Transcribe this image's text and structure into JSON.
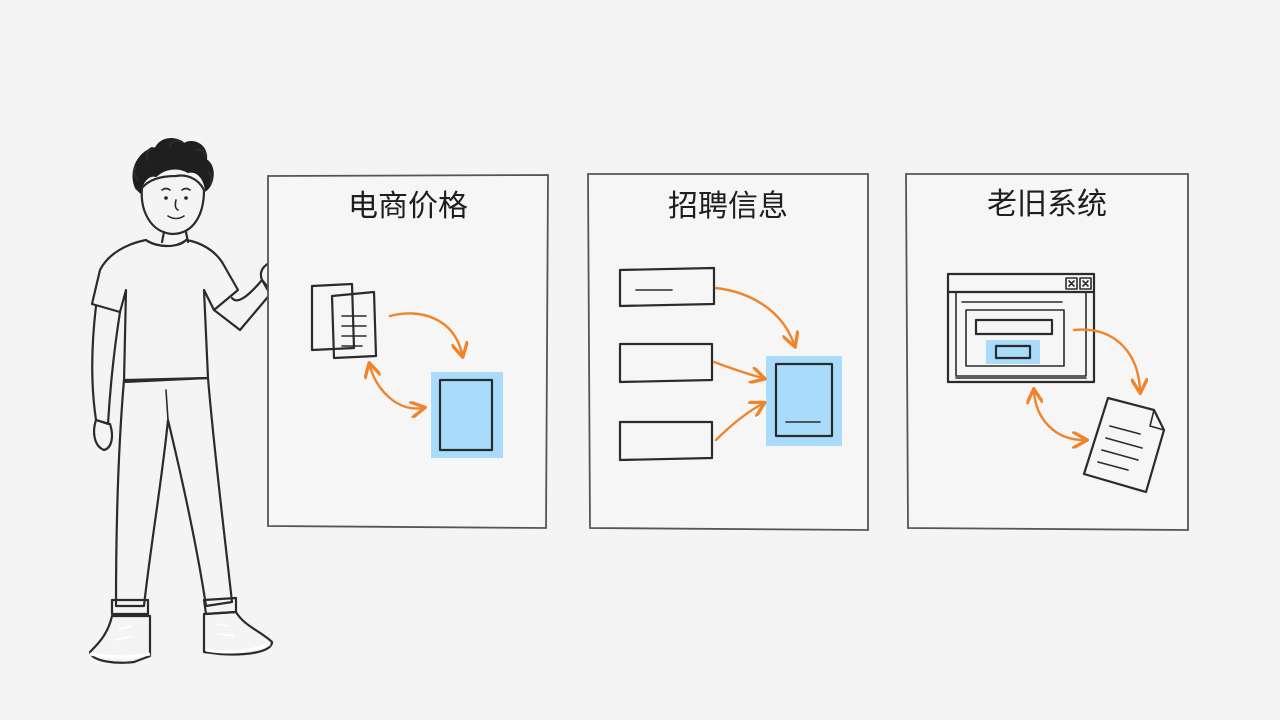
{
  "panels": [
    {
      "title": "电商价格"
    },
    {
      "title": "招聘信息"
    },
    {
      "title": "老旧系统"
    }
  ],
  "colors": {
    "background": "#f4f4f4",
    "accent_arrow": "#f0842c",
    "highlight_blue": "#a9dcfb",
    "shoe_blue": "#2f6fe0",
    "pants_gray": "#7a7a7a",
    "ink": "#2b2b2b"
  },
  "icons": [
    "person-pointing",
    "documents-icon",
    "tablet-icon",
    "form-field-icon",
    "browser-window-icon",
    "paper-document-icon"
  ]
}
